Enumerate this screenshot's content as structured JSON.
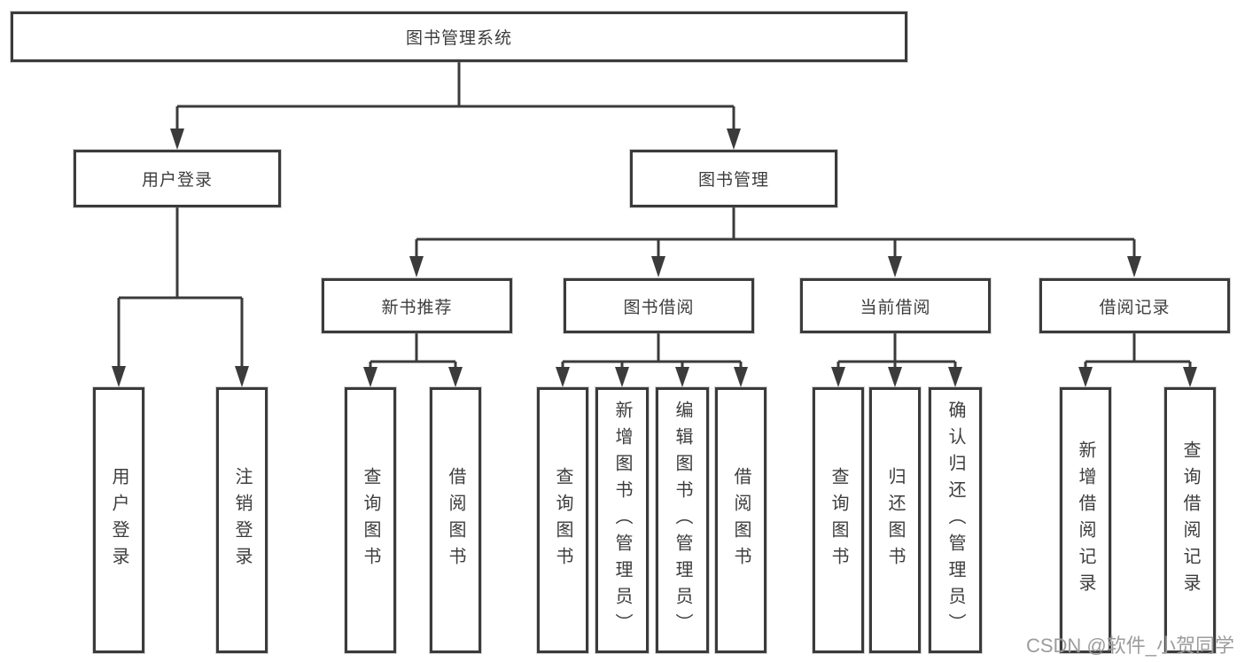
{
  "diagram": {
    "root": {
      "label": "图书管理系统"
    },
    "level2": {
      "user_login": {
        "label": "用户登录"
      },
      "book_mgmt": {
        "label": "图书管理"
      }
    },
    "level3": {
      "new_books": {
        "label": "新书推荐"
      },
      "book_borrow": {
        "label": "图书借阅"
      },
      "current_borrow": {
        "label": "当前借阅"
      },
      "borrow_records": {
        "label": "借阅记录"
      }
    },
    "leaves": {
      "user_login": [
        "用户登录",
        "注销登录"
      ],
      "new_books": [
        "查询图书",
        "借阅图书"
      ],
      "book_borrow": [
        "查询图书",
        "新增图书（管理员）",
        "编辑图书（管理员）",
        "借阅图书"
      ],
      "current_borrow": [
        "查询图书",
        "归还图书",
        "确认归还（管理员）"
      ],
      "borrow_records": [
        "新增借阅记录",
        "查询借阅记录"
      ]
    }
  },
  "watermark": "CSDN @软件_小贺同学",
  "colors": {
    "line": "#3b3b3b",
    "text": "#3d3d3d",
    "watermark": "#949494",
    "background": "#ffffff"
  }
}
